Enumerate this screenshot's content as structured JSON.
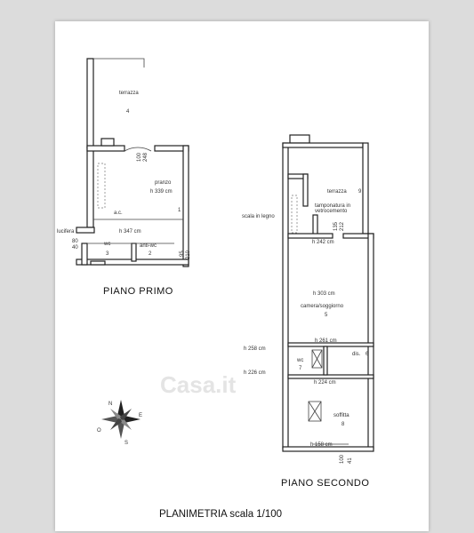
{
  "title": "PLANIMETRIA scala 1/100",
  "watermark": "Casa.it",
  "first_floor": {
    "name": "PIANO PRIMO",
    "labels": {
      "terrazza": "terrazza",
      "terrazza_num": "4",
      "pranzo": "pranzo",
      "pranzo_h": "h 339 cm",
      "pranzo_num": "1",
      "ac": "a.c.",
      "door_top1": "100",
      "door_top2": "248",
      "lucifera": "lucifera",
      "h347": "h 347 cm",
      "dim80": "80",
      "dim40": "40",
      "wc": "wc",
      "wc_num": "3",
      "antiwc": "anti-wc",
      "antiwc_num": "2",
      "dim95": "95",
      "dim210": "210"
    }
  },
  "second_floor": {
    "name": "PIANO SECONDO",
    "labels": {
      "terrazza": "terrazza",
      "terrazza_num": "9",
      "tamponatura": "tamponatura in",
      "vetrocemento": "vetrocemento",
      "scala": "scala in legno",
      "dim135": "135",
      "dim212": "212",
      "h242": "h 242 cm",
      "h303": "h 303 cm",
      "camera": "camera/soggiorno",
      "camera_num": "5",
      "h258": "h 258 cm",
      "h261": "h 261 cm",
      "dis": "dis.",
      "dis_num": "6",
      "wc": "wc",
      "wc_num": "7",
      "h226": "h 226 cm",
      "h224": "h 224 cm",
      "soffitta": "soffitta",
      "soffitta_num": "8",
      "h158": "h 158 cm",
      "dim100": "100",
      "dim41": "41"
    }
  },
  "compass": {
    "n": "N",
    "e": "E",
    "s": "S",
    "o": "O"
  }
}
